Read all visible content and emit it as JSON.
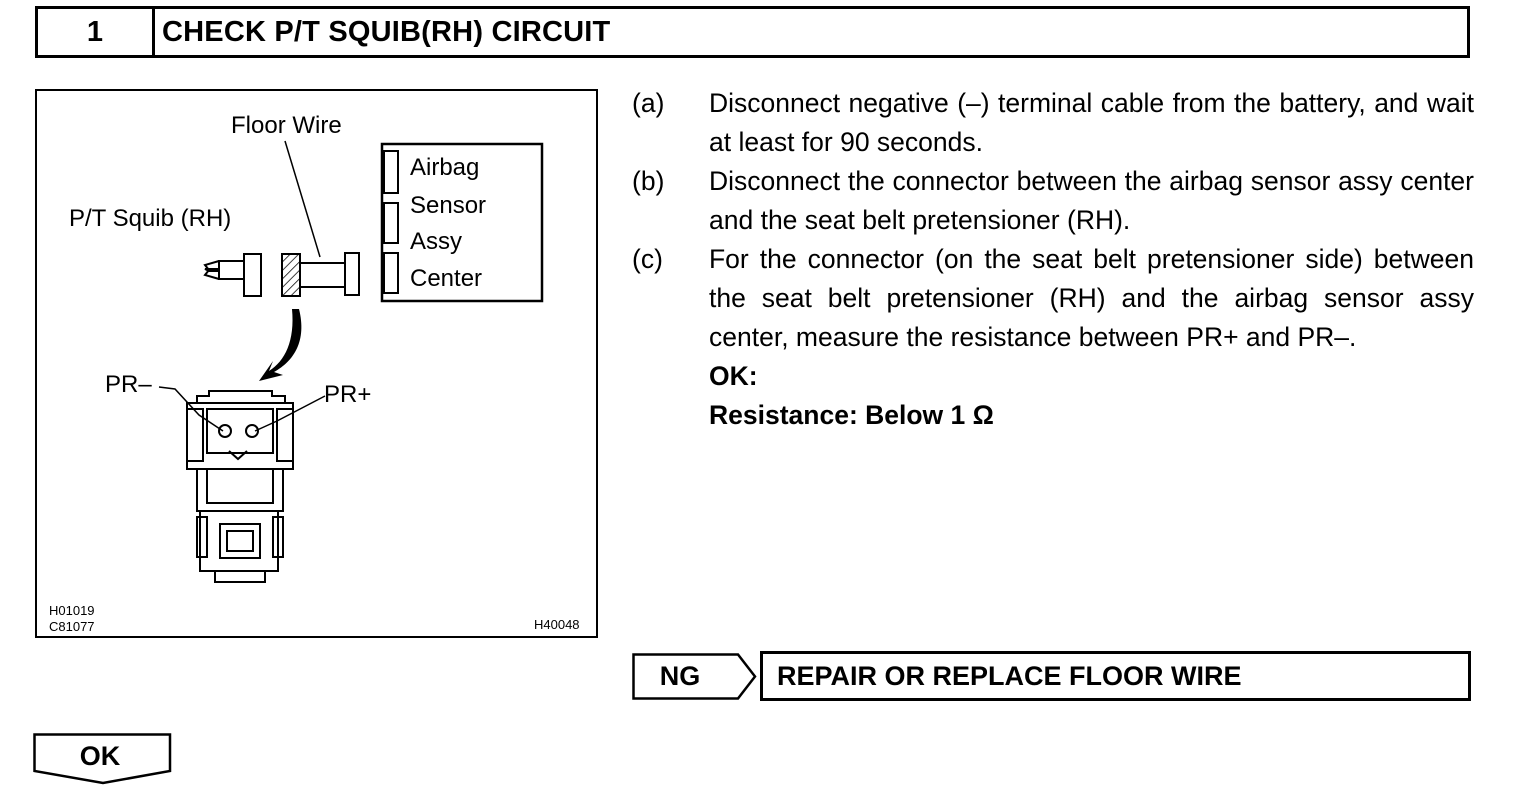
{
  "header": {
    "step_number": "1",
    "title": "CHECK P/T SQUIB(RH) CIRCUIT"
  },
  "figure": {
    "labels": {
      "floor_wire": "Floor Wire",
      "pt_squib": "P/T Squib (RH)",
      "airbag_sensor_lines": [
        "Airbag",
        "Sensor",
        "Assy",
        "Center"
      ],
      "pr_minus": "PR–",
      "pr_plus": "PR+"
    },
    "codes": {
      "left_top": "H01019",
      "left_bottom": "C81077",
      "right": "H40048"
    }
  },
  "instructions": [
    {
      "letter": "(a)",
      "text": "Disconnect negative (–) terminal cable from the battery, and wait at least for 90 seconds."
    },
    {
      "letter": "(b)",
      "text": "Disconnect the connector between the airbag sensor assy center and the seat belt pretensioner (RH)."
    },
    {
      "letter": "(c)",
      "text": "For the connector (on the seat belt pretensioner side) be­tween the seat belt pretensioner (RH) and the airbag sen­sor assy center, measure the resistance between PR+ and PR–."
    }
  ],
  "spec": {
    "ok_label": "OK:",
    "resistance": "Resistance: Below 1 Ω"
  },
  "result_ng": {
    "label": "NG",
    "action": "REPAIR OR REPLACE FLOOR WIRE"
  },
  "result_ok": {
    "label": "OK"
  }
}
